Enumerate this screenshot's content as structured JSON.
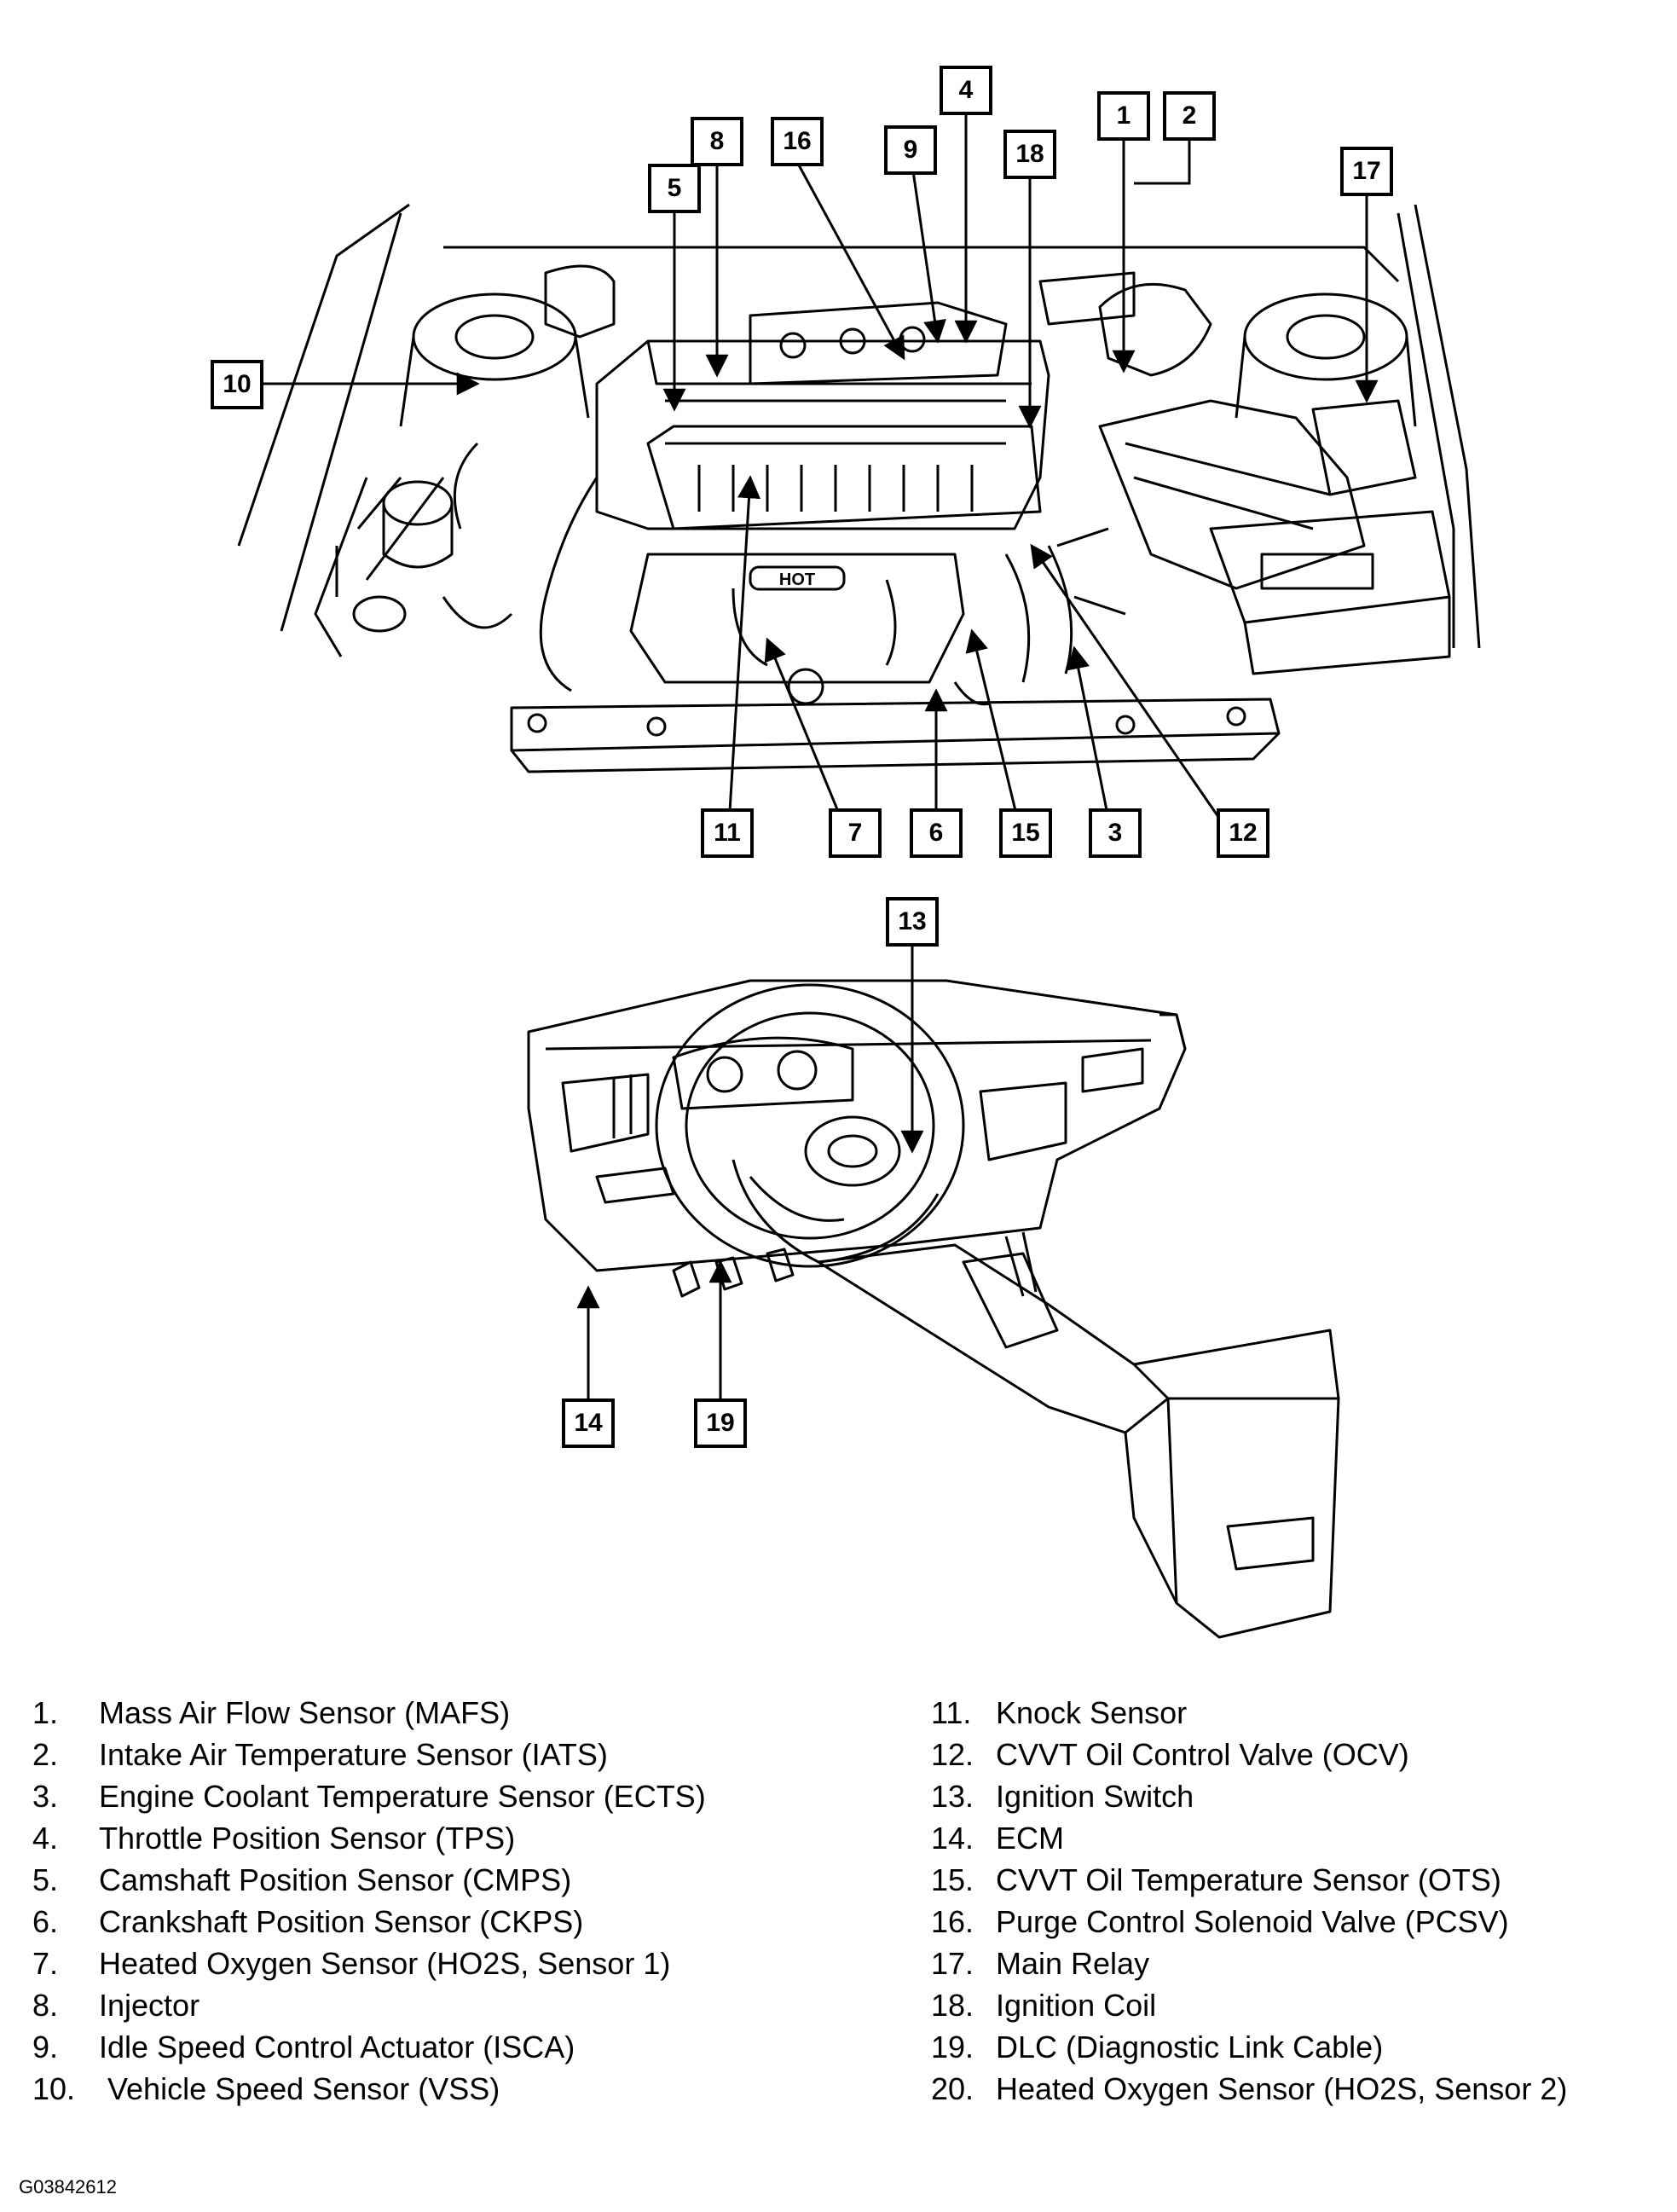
{
  "callouts": {
    "c1": "1",
    "c2": "2",
    "c3": "3",
    "c4": "4",
    "c5": "5",
    "c6": "6",
    "c7": "7",
    "c8": "8",
    "c9": "9",
    "c10": "10",
    "c11": "11",
    "c12": "12",
    "c13": "13",
    "c14": "14",
    "c15": "15",
    "c16": "16",
    "c17": "17",
    "c18": "18",
    "c19": "19"
  },
  "legend": {
    "left": [
      {
        "num": "1.",
        "text": "Mass Air Flow Sensor (MAFS)"
      },
      {
        "num": "2.",
        "text": "Intake Air Temperature Sensor (IATS)"
      },
      {
        "num": "3.",
        "text": "Engine Coolant Temperature Sensor (ECTS)"
      },
      {
        "num": "4.",
        "text": "Throttle Position Sensor (TPS)"
      },
      {
        "num": "5.",
        "text": "Camshaft Position Sensor (CMPS)"
      },
      {
        "num": "6.",
        "text": "Crankshaft Position Sensor (CKPS)"
      },
      {
        "num": "7.",
        "text": "Heated Oxygen Sensor (HO2S, Sensor 1)"
      },
      {
        "num": "8.",
        "text": "Injector"
      },
      {
        "num": "9.",
        "text": "Idle Speed Control Actuator (ISCA)"
      },
      {
        "num": "10.",
        "text": "Vehicle Speed Sensor (VSS)"
      }
    ],
    "right": [
      {
        "num": "11.",
        "text": "Knock Sensor"
      },
      {
        "num": "12.",
        "text": "CVVT Oil Control Valve (OCV)"
      },
      {
        "num": "13.",
        "text": "Ignition Switch"
      },
      {
        "num": "14.",
        "text": "ECM"
      },
      {
        "num": "15.",
        "text": "CVVT Oil Temperature Sensor (OTS)"
      },
      {
        "num": "16.",
        "text": "Purge Control Solenoid Valve (PCSV)"
      },
      {
        "num": "17.",
        "text": "Main Relay"
      },
      {
        "num": "18.",
        "text": "Ignition Coil"
      },
      {
        "num": "19.",
        "text": "DLC (Diagnostic Link Cable)"
      },
      {
        "num": "20.",
        "text": "Heated Oxygen Sensor (HO2S, Sensor 2)"
      }
    ]
  },
  "figure_id": "G03842612",
  "engine_cover_text": "HOT",
  "colors": {
    "ink": "#000000",
    "paper": "#ffffff",
    "shade": "#ebebeb"
  }
}
